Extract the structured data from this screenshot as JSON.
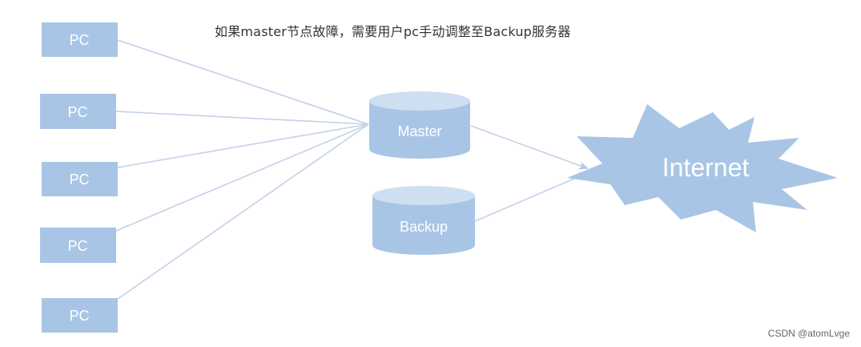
{
  "caption": "如果master节点故障，需要用户pc手动调整至Backup服务器",
  "clients": [
    {
      "label": "PC"
    },
    {
      "label": "PC"
    },
    {
      "label": "PC"
    },
    {
      "label": "PC"
    },
    {
      "label": "PC"
    }
  ],
  "servers": {
    "master": {
      "label": "Master"
    },
    "backup": {
      "label": "Backup"
    }
  },
  "internet": {
    "label": "Internet"
  },
  "watermark": "CSDN @atomLvge",
  "colors": {
    "node_fill": "#a9c5e6",
    "node_top": "#cfdff2",
    "line": "#c3d1e8",
    "arrow": "#b5c8e6",
    "label_text": "#ffffff"
  }
}
